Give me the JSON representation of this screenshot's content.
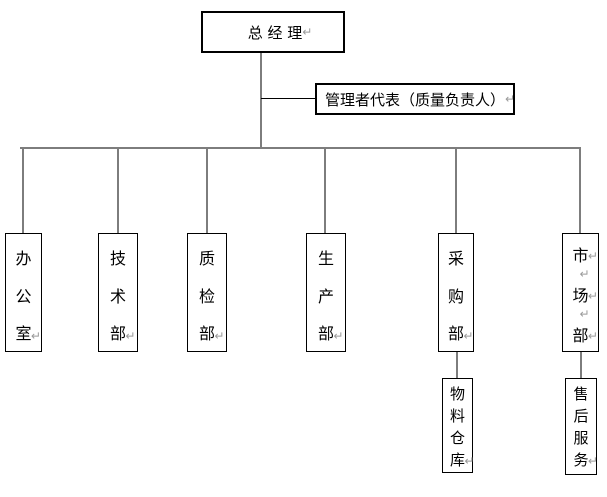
{
  "marks": {
    "pilcrow": "↵"
  },
  "colors": {
    "background": "#ffffff",
    "box_border": "#000000",
    "connector_gray": "#7d7d7d",
    "branch_black": "#000000",
    "pilcrow_gray": "#9a9a9a",
    "text": "#000000"
  },
  "root": {
    "label": "总 经 理"
  },
  "staff": {
    "label": "管理者代表（质量负责人）",
    "reports_to": "总 经 理"
  },
  "departments": [
    {
      "id": "office",
      "name": "办公室",
      "chars": [
        "办",
        "公",
        "室"
      ],
      "parent": "总 经 理"
    },
    {
      "id": "technology",
      "name": "技术部",
      "chars": [
        "技",
        "术",
        "部"
      ],
      "parent": "总 经 理"
    },
    {
      "id": "quality-inspection",
      "name": "质检部",
      "chars": [
        "质",
        "检",
        "部"
      ],
      "parent": "总 经 理"
    },
    {
      "id": "production",
      "name": "生产部",
      "chars": [
        "生",
        "产",
        "部"
      ],
      "parent": "总 经 理"
    },
    {
      "id": "purchasing",
      "name": "采购部",
      "chars": [
        "采",
        "购",
        "部"
      ],
      "parent": "总 经 理"
    },
    {
      "id": "market",
      "name": "市场部",
      "chars": [
        "市",
        "场",
        "部"
      ],
      "parent": "总 经 理"
    }
  ],
  "sub_units": [
    {
      "id": "material-warehouse",
      "name": "物料仓库",
      "chars": [
        "物",
        "料",
        "仓",
        "库"
      ],
      "parent": "采购部"
    },
    {
      "id": "aftersales-service",
      "name": "售后服务",
      "chars": [
        "售",
        "后",
        "服",
        "务"
      ],
      "parent": "市场部"
    }
  ]
}
